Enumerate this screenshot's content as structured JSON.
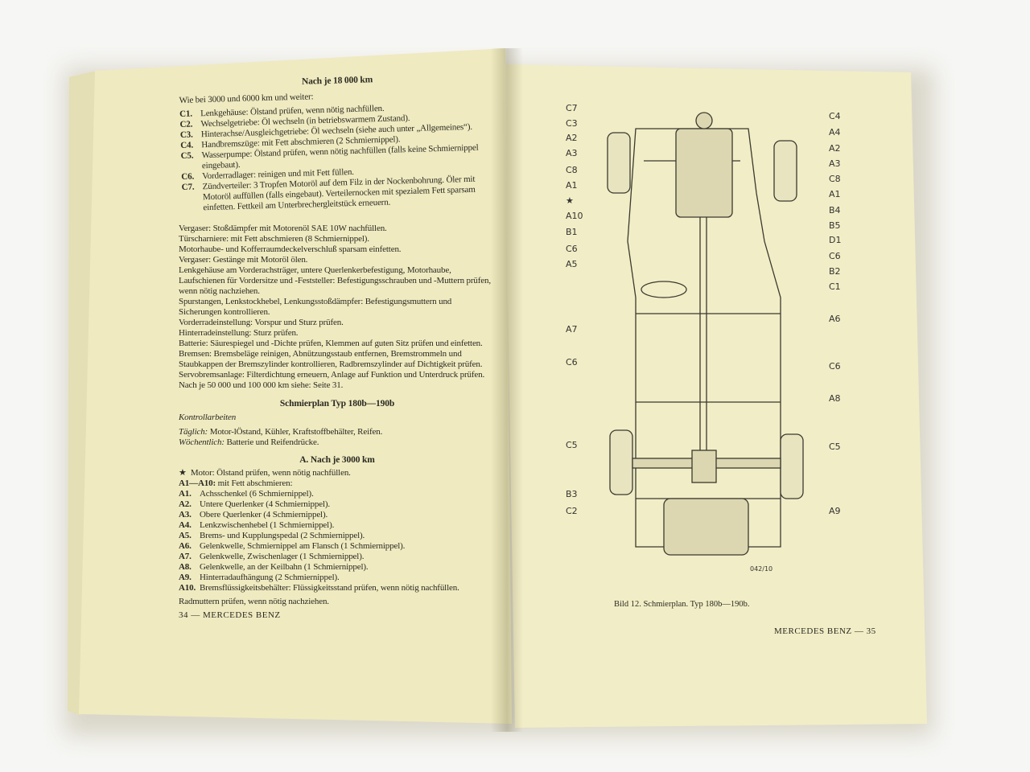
{
  "left_page": {
    "heading": "Nach je 18 000 km",
    "intro": "Wie bei 3000 und 6000 km und weiter:",
    "c_items": [
      {
        "code": "C1.",
        "text": "Lenkgehäuse: Ölstand prüfen, wenn nötig nachfüllen."
      },
      {
        "code": "C2.",
        "text": "Wechselgetriebe: Öl wechseln (in betriebswarmem Zustand)."
      },
      {
        "code": "C3.",
        "text": "Hinterachse/Ausgleichgetriebe: Öl wechseln (siehe auch unter „Allgemeines“)."
      },
      {
        "code": "C4.",
        "text": "Handbremszüge: mit Fett abschmieren (2 Schmiernippel)."
      },
      {
        "code": "C5.",
        "text": "Wasserpumpe: Ölstand prüfen, wenn nötig nachfüllen (falls keine Schmiernippel eingebaut)."
      },
      {
        "code": "C6.",
        "text": "Vorderradlager: reinigen und mit Fett füllen."
      },
      {
        "code": "C7.",
        "text": "Zündverteiler: 3 Tropfen Motoröl auf dem Filz in der Nockenbohrung. Öler mit Motoröl auffüllen (falls eingebaut). Verteilernocken mit spezialem Fett sparsam einfetten. Fettkeil am Unterbrechergleitstück erneuern."
      }
    ],
    "paragraphs": [
      "Vergaser: Stoßdämpfer mit Motorenöl SAE 10W nachfüllen.",
      "Türscharniere: mit Fett abschmieren (8 Schmiernippel).",
      "Motorhaube- und Kofferraumdeckelverschluß sparsam einfetten.",
      "Vergaser: Gestänge mit Motoröl ölen.",
      "Lenkgehäuse am Vorderachsträger, untere Querlenkerbefestigung, Motorhaube, Laufschienen für Vordersitze und -Feststeller: Befestigungsschrauben und -Muttern prüfen, wenn nötig nachziehen.",
      "Spurstangen, Lenkstockhebel, Lenkungsstoßdämpfer: Befestigungsmuttern und Sicherungen kontrollieren.",
      "Vorderradeinstellung: Vorspur und Sturz prüfen.",
      "Hinterradeinstellung: Sturz prüfen.",
      "Batterie: Säurespiegel und -Dichte prüfen, Klemmen auf guten Sitz prüfen und einfetten.",
      "Bremsen: Bremsbeläge reinigen, Abnützungsstaub entfernen, Bremstrommeln und Staubkappen der Bremszylinder kontrollieren, Radbremszylinder auf Dichtigkeit prüfen. Servobremsanlage: Filterdichtung erneuern, Anlage auf Funktion und Unterdruck prüfen.",
      "Nach je 50 000 und 100 000 km siehe: Seite 31."
    ],
    "schmierplan_heading": "Schmierplan Typ 180b—190b",
    "kontroll_heading": "Kontrollarbeiten",
    "taeglich_label": "Täglich:",
    "taeglich_text": "Motor-lÖstand, Kühler, Kraftstoffbehälter, Reifen.",
    "woechentlich_label": "Wöchentlich:",
    "woechentlich_text": "Batterie und Reifendrücke.",
    "section_a_heading": "A. Nach je 3000 km",
    "star_text": "Motor: Ölstand prüfen, wenn nötig nachfüllen.",
    "a_range_label": "A1—A10:",
    "a_range_text": "mit Fett abschmieren:",
    "a_items": [
      {
        "code": "A1.",
        "text": "Achsschenkel (6 Schmiernippel)."
      },
      {
        "code": "A2.",
        "text": "Untere Querlenker (4 Schmiernippel)."
      },
      {
        "code": "A3.",
        "text": "Obere Querlenker (4 Schmiernippel)."
      },
      {
        "code": "A4.",
        "text": "Lenkzwischenhebel (1 Schmiernippel)."
      },
      {
        "code": "A5.",
        "text": "Brems- und Kupplungspedal (2 Schmiernippel)."
      },
      {
        "code": "A6.",
        "text": "Gelenkwelle, Schmiernippel am Flansch (1 Schmiernippel)."
      },
      {
        "code": "A7.",
        "text": "Gelenkwelle, Zwischenlager (1 Schmiernippel)."
      },
      {
        "code": "A8.",
        "text": "Gelenkwelle, an der Keilbahn (1 Schmiernippel)."
      },
      {
        "code": "A9.",
        "text": "Hinterradaufhängung (2 Schmiernippel)."
      },
      {
        "code": "A10.",
        "text": "Bremsflüssigkeitsbehälter: Flüssigkeitsstand prüfen, wenn nötig nachfüllen."
      }
    ],
    "radmuttern": "Radmuttern prüfen, wenn nötig nachziehen.",
    "footer": "34 — MERCEDES BENZ"
  },
  "right_page": {
    "left_labels": [
      "C7",
      "C3",
      "A2",
      "A3",
      "C8",
      "A1",
      "★",
      "A10",
      "B1",
      "C6",
      "A5",
      "A7",
      "C6",
      "C5",
      "B3",
      "C2"
    ],
    "right_labels": [
      "C4",
      "A4",
      "A2",
      "A3",
      "C8",
      "A1",
      "B4",
      "B5",
      "D1",
      "C6",
      "B2",
      "C1",
      "A6",
      "C6",
      "A8",
      "C5",
      "A9"
    ],
    "drawing_number": "042/10",
    "caption": "Bild 12. Schmierplan. Typ 180b—190b.",
    "footer": "MERCEDES BENZ — 35"
  }
}
